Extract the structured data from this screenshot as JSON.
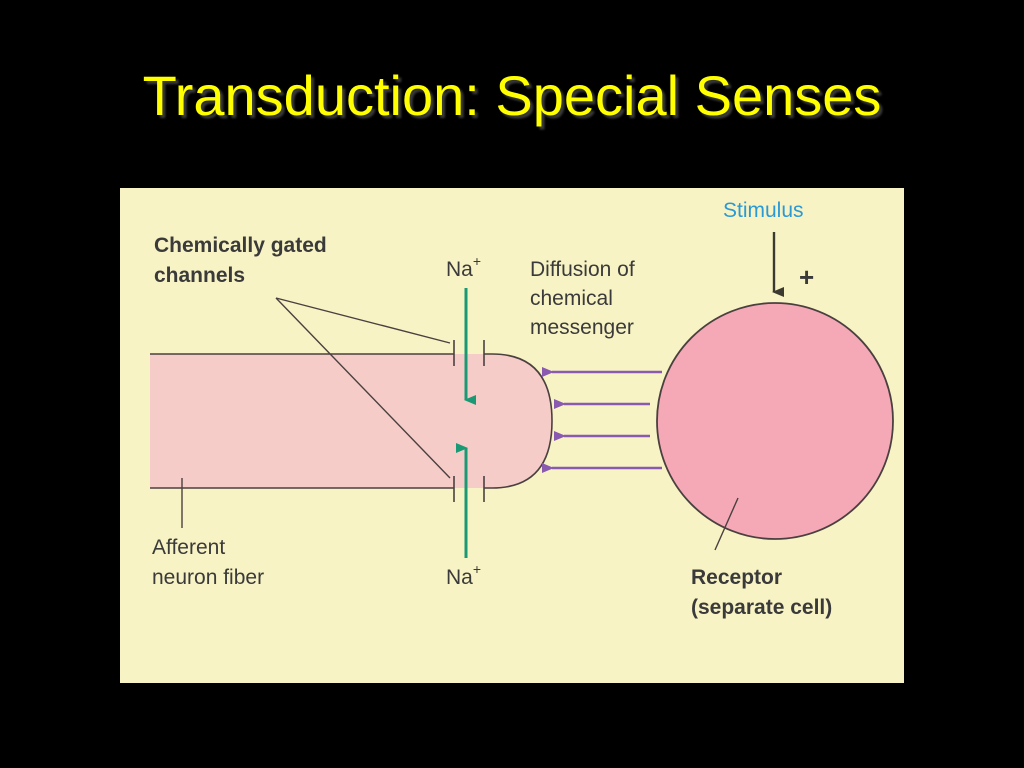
{
  "slide": {
    "title": "Transduction: Special Senses"
  },
  "diagram": {
    "labels": {
      "channels_line1": "Chemically gated",
      "channels_line2": "channels",
      "na_top": "Na",
      "na_top_charge": "+",
      "na_bottom": "Na",
      "na_bottom_charge": "+",
      "diffusion_line1": "Diffusion of",
      "diffusion_line2": "chemical",
      "diffusion_line3": "messenger",
      "stimulus": "Stimulus",
      "stimulus_sign": "+",
      "afferent_line1": "Afferent",
      "afferent_line2": "neuron fiber",
      "receptor_line1": "Receptor",
      "receptor_line2": "(separate cell)"
    },
    "colors": {
      "background": "#f8f3c4",
      "fiber_fill": "#f6ccc8",
      "receptor_fill": "#f5a9b6",
      "outline": "#4a4040",
      "na_arrow": "#1a9a74",
      "messenger_arrow": "#8a5ab0",
      "stimulus_arrow": "#3a3a30",
      "stimulus_text": "#2a9ad6"
    }
  }
}
